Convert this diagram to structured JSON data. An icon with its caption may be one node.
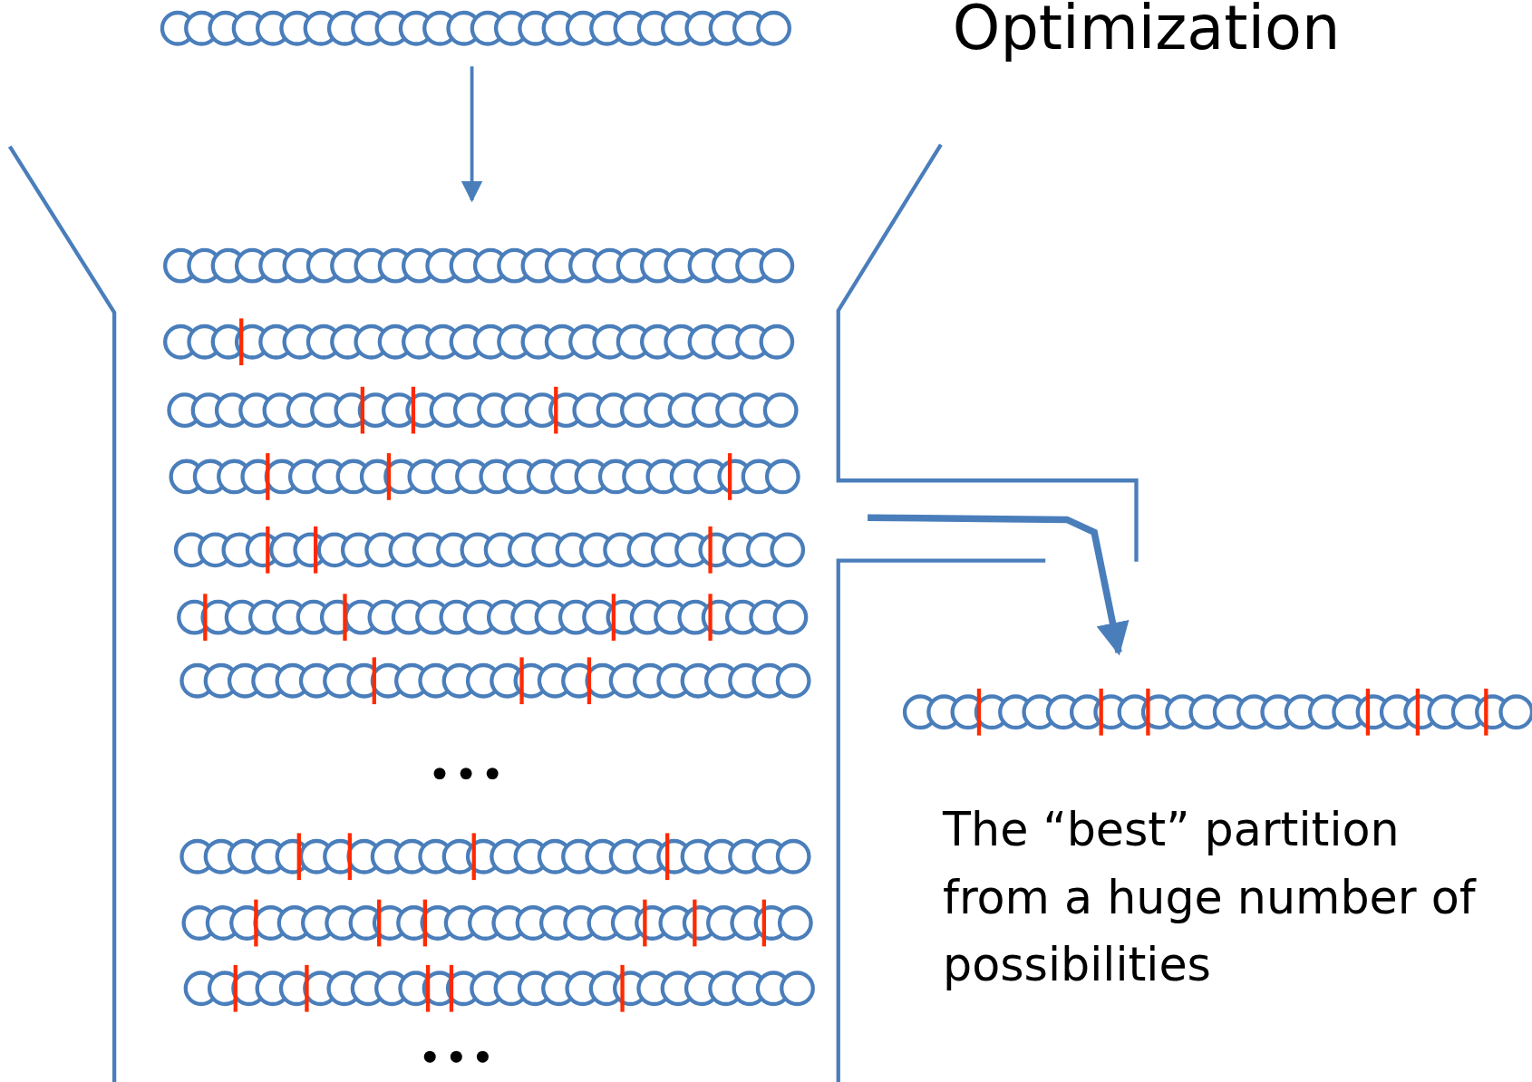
{
  "diagram": {
    "title": "Optimization",
    "nodes": [
      {
        "text": [],
        "shape": "picture"
      },
      {
        "text": [],
        "shape": "picture"
      },
      {
        "text": [],
        "shape": "picture"
      }
    ],
    "edges": [
      {
        "from": 0,
        "to": 1,
        "arrow": "to"
      },
      {
        "from": 1,
        "to": 2,
        "arrow": "to",
        "style": "thick"
      }
    ],
    "labels": [
      "The “best” partition from a huge number of possibilities"
    ]
  }
}
